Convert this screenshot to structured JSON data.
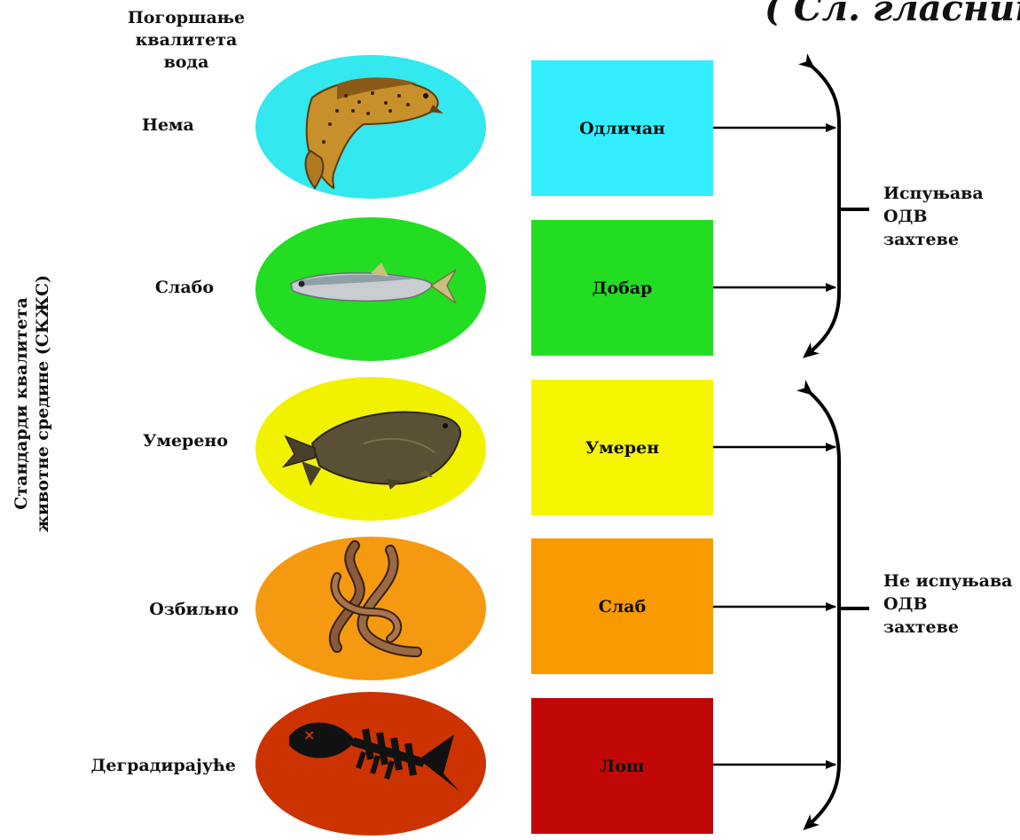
{
  "header": {
    "line1": "Погоршање",
    "line2": "квалитета",
    "line3": "вода"
  },
  "top_right_text": "( Сл. гласник",
  "vertical_label": {
    "line1": "Стандарди квалитета",
    "line2": "животне средине (СКЖС)"
  },
  "rows": [
    {
      "degradation": "Нема",
      "status": "Одличан",
      "ellipse_color": "#33e8ee",
      "box_color": "#33eeff",
      "organism": "trout-icon"
    },
    {
      "degradation": "Слабо",
      "status": "Добар",
      "ellipse_color": "#22dd22",
      "box_color": "#22dd22",
      "organism": "small-fish-icon"
    },
    {
      "degradation": "Умерено",
      "status": "Умерен",
      "ellipse_color": "#f2f200",
      "box_color": "#f6f600",
      "organism": "carp-icon"
    },
    {
      "degradation": "Озбиљно",
      "status": "Слаб",
      "ellipse_color": "#f59a10",
      "box_color": "#f99a00",
      "organism": "worm-icon"
    },
    {
      "degradation": "Деградирајуће",
      "status": "Лош",
      "ellipse_color": "#cc3300",
      "box_color": "#c00808",
      "organism": "fish-skeleton-icon"
    }
  ],
  "groups": {
    "meets": {
      "line1": "Испуњава",
      "line2": "ОДВ",
      "line3": "захтеве"
    },
    "not_meets": {
      "line1": "Не испуњава",
      "line2": "ОДВ",
      "line3": "захтеве"
    }
  }
}
